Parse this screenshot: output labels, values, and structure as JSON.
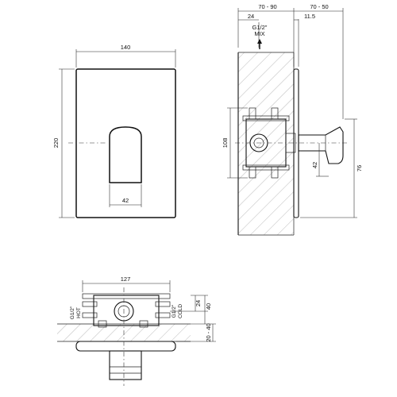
{
  "front_view": {
    "width_label": "140",
    "height_label": "220",
    "handle_width_label": "42"
  },
  "side_view": {
    "dim_top_left": "70 - 90",
    "dim_top_right": "70 - 50",
    "dim_24": "24",
    "dim_11_5": "11.5",
    "outlet_label_1": "G1/2\"",
    "outlet_label_2": "MIX",
    "dim_108": "108",
    "dim_76": "76",
    "dim_42": "42"
  },
  "bottom_view": {
    "width_label": "127",
    "hot_label_1": "G1/2\"",
    "hot_label_2": "HOT",
    "cold_label_1": "G1/2\"",
    "cold_label_2": "COLD",
    "dim_24": "24",
    "dim_40": "40",
    "dim_20_40": "20 - 40"
  }
}
